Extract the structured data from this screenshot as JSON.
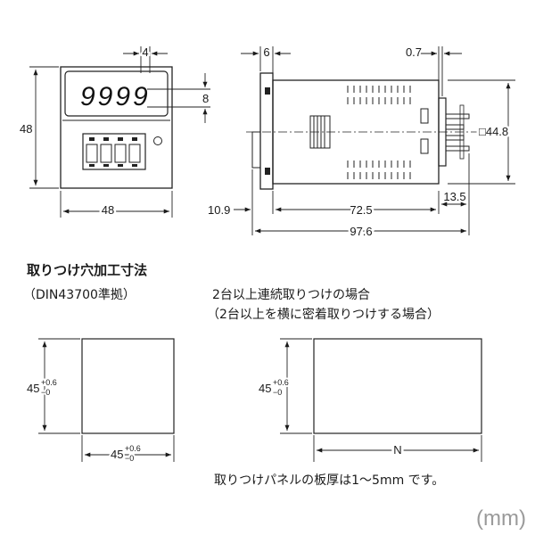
{
  "front_view": {
    "display_text": "9999",
    "dim_height": "48",
    "dim_width": "48",
    "dim_offset_top": "4",
    "dim_display_height": "8"
  },
  "side_view": {
    "dim_front": "6",
    "dim_rear": "0.7",
    "dim_square": "□44.8",
    "dim_left": "10.9",
    "dim_body": "72.5",
    "dim_terminal": "13.5",
    "dim_total": "97.6"
  },
  "panel_cutout": {
    "title": "取りつけ穴加工寸法",
    "standard": "（DIN43700準拠）",
    "single": {
      "height_base": "45",
      "width_base": "45",
      "tol_plus": "+0.6",
      "tol_minus": "−0"
    },
    "group_title": "2台以上連続取りつけの場合",
    "group_subtitle": "（2台以上を横に密着取りつけする場合）",
    "group": {
      "height_base": "45",
      "tol_plus": "+0.6",
      "tol_minus": "−0",
      "width_label": "N"
    },
    "note": "取りつけパネルの板厚は1〜5mm です。"
  },
  "unit_label": "(mm)"
}
